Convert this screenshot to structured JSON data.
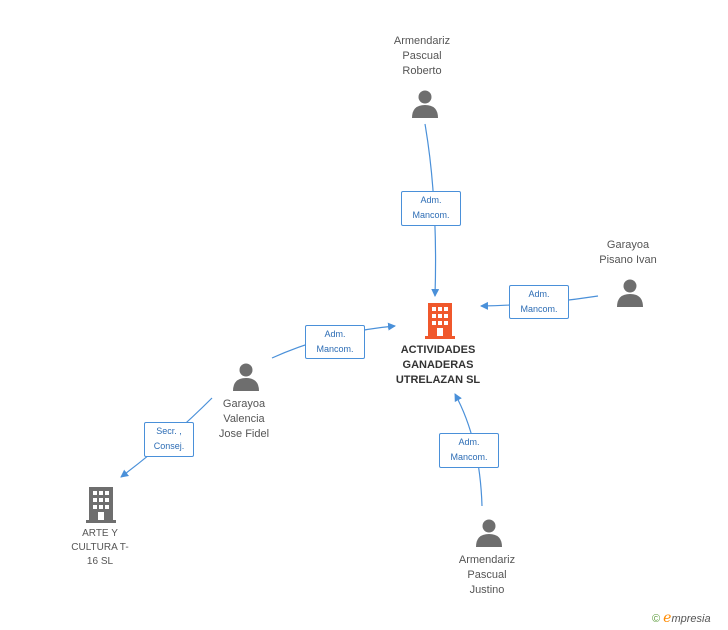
{
  "nodes": {
    "main": {
      "lines": [
        "ACTIVIDADES",
        "GANADERAS",
        "UTRELAZAN SL"
      ],
      "color": "#f0582c"
    },
    "armendariz_roberto": {
      "lines": [
        "Armendariz",
        "Pascual",
        "Roberto"
      ]
    },
    "garayoa_ivan": {
      "lines": [
        "Garayoa",
        "Pisano Ivan"
      ]
    },
    "garayoa_jose": {
      "lines": [
        "Garayoa",
        "Valencia",
        "Jose Fidel"
      ]
    },
    "armendariz_justino": {
      "lines": [
        "Armendariz",
        "Pascual",
        "Justino"
      ]
    },
    "arte_cultura": {
      "lines": [
        "ARTE Y",
        "CULTURA T-",
        "16 SL"
      ]
    }
  },
  "roles": {
    "roberto": [
      "Adm.",
      "Mancom."
    ],
    "ivan": [
      "Adm.",
      "Mancom."
    ],
    "jose": [
      "Adm.",
      "Mancom."
    ],
    "justino": [
      "Adm.",
      "Mancom."
    ],
    "secr": [
      "Secr. ,",
      "Consej."
    ]
  },
  "icons": {
    "person": "person-icon",
    "company": "building-icon"
  },
  "colors": {
    "edge": "#4a90d9",
    "person": "#6e6e6e",
    "company_gray": "#6e6e6e",
    "company_main": "#f0582c"
  },
  "footer": {
    "copyright": "©",
    "brand_initial": "e",
    "brand_rest": "mpresia"
  }
}
